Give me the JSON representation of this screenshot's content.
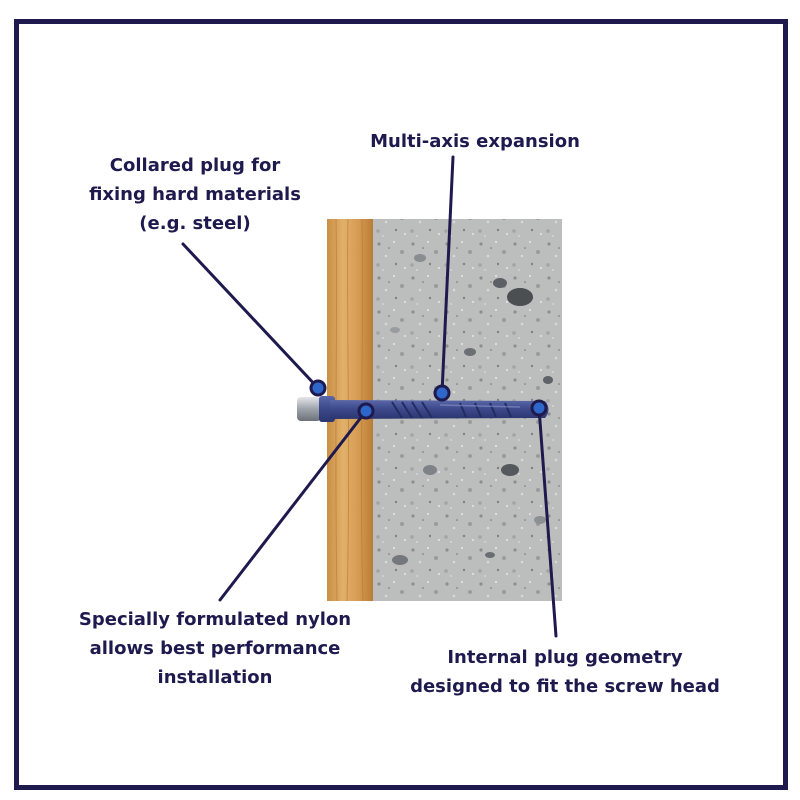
{
  "callouts": {
    "collared": {
      "line1": "Collared plug for",
      "line2": "fixing hard materials",
      "line3": "(e.g. steel)"
    },
    "multi_axis": {
      "line1": "Multi-axis expansion"
    },
    "nylon": {
      "line1": "Specially formulated nylon",
      "line2": "allows best performance",
      "line3": "installation"
    },
    "internal": {
      "line1": "Internal plug geometry",
      "line2": "designed to fit the screw head"
    }
  },
  "colors": {
    "frame": "#1e1a4e",
    "callout_line": "#1e1a4e",
    "callout_dot": "#2f66c9",
    "plug": "#3d4a8c",
    "wood": "#d9a25a",
    "concrete": "#b7b9b8"
  }
}
